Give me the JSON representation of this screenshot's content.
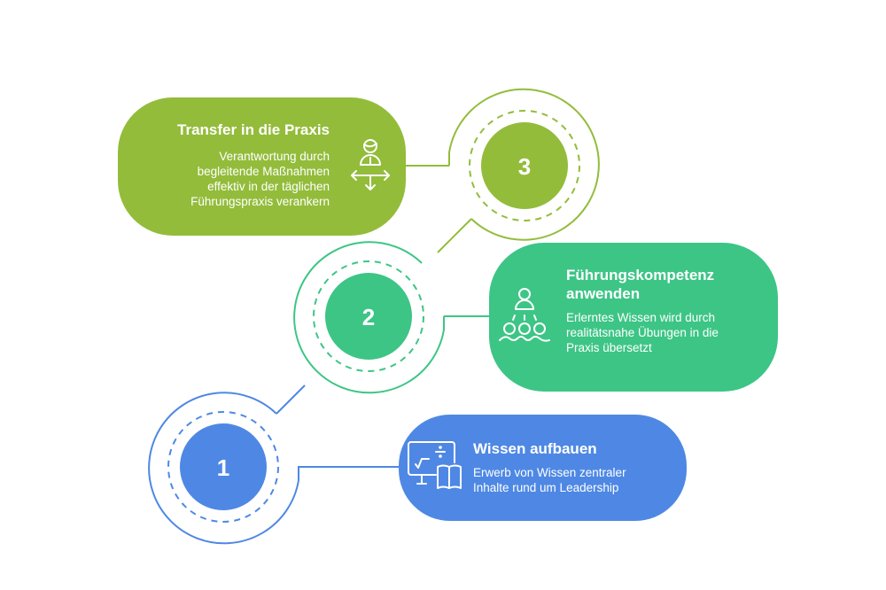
{
  "diagram": {
    "type": "numbered-step-process",
    "colors": {
      "step1": "#4e88e4",
      "step2": "#3dc586",
      "step3": "#93bc3b",
      "background": "#ffffff",
      "text_on_card": "#ffffff"
    },
    "steps": [
      {
        "number": "1",
        "title": "Wissen aufbauen",
        "description": "Erwerb von Wissen zentraler Inhalte rund um Leadership",
        "description_lines": [
          "Erwerb von Wissen zentraler",
          "Inhalte rund um Leadership"
        ],
        "icon": "monitor-math-book-icon",
        "color": "#4e88e4"
      },
      {
        "number": "2",
        "title": "Führungskompetenz anwenden",
        "title_lines": [
          "Führungskompetenz",
          "anwenden"
        ],
        "description": "Erlerntes Wissen wird durch realitätsnahe Übungen in die Praxis übersetzt",
        "description_lines": [
          "Erlerntes Wissen wird durch",
          "realitätsnahe Übungen in die",
          "Praxis übersetzt"
        ],
        "icon": "presenter-audience-icon",
        "color": "#3dc586"
      },
      {
        "number": "3",
        "title": "Transfer in die Praxis",
        "description": "Verantwortung durch begleitende Maßnahmen effektiv in der täglichen Führungspraxis verankern",
        "description_lines": [
          "Verantwortung durch",
          "begleitende Maßnahmen",
          "effektiv in der täglichen",
          "Führungspraxis verankern"
        ],
        "icon": "person-directions-icon",
        "color": "#93bc3b"
      }
    ]
  }
}
